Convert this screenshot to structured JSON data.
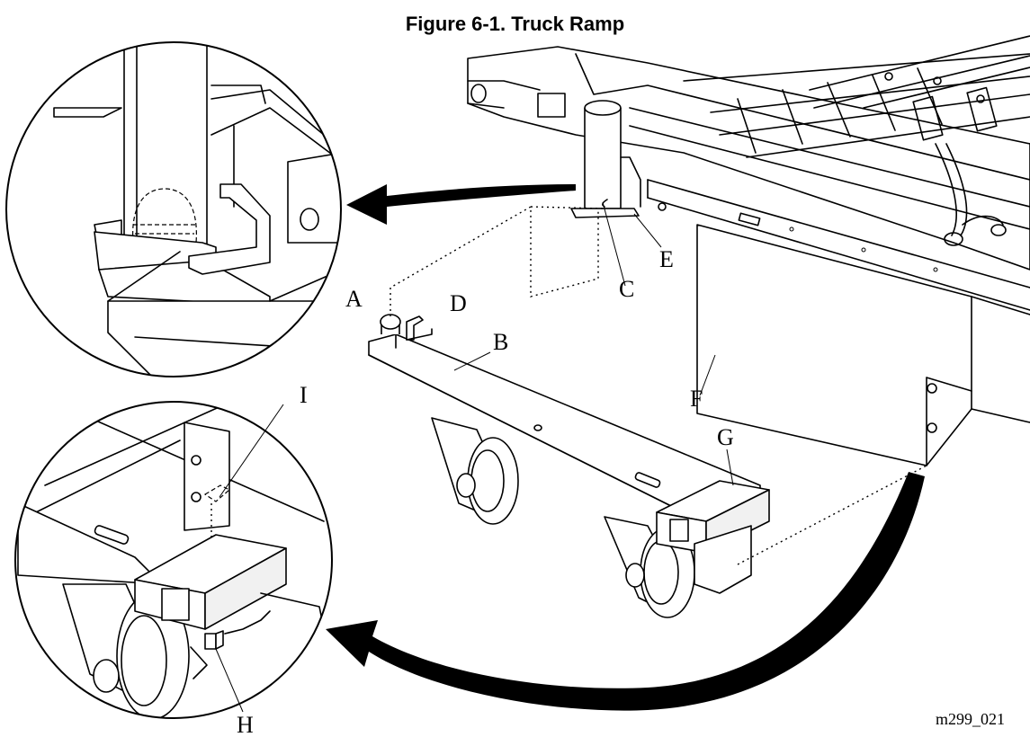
{
  "figure": {
    "title": "Figure 6-1.  Truck Ramp",
    "code": "m299_021"
  },
  "callouts": {
    "A": "A",
    "B": "B",
    "C": "C",
    "D": "D",
    "E": "E",
    "F": "F",
    "G": "G",
    "H": "H",
    "I": "I"
  },
  "views": [
    "detail-upper-pin-socket",
    "detail-lower-caster-bracket"
  ]
}
